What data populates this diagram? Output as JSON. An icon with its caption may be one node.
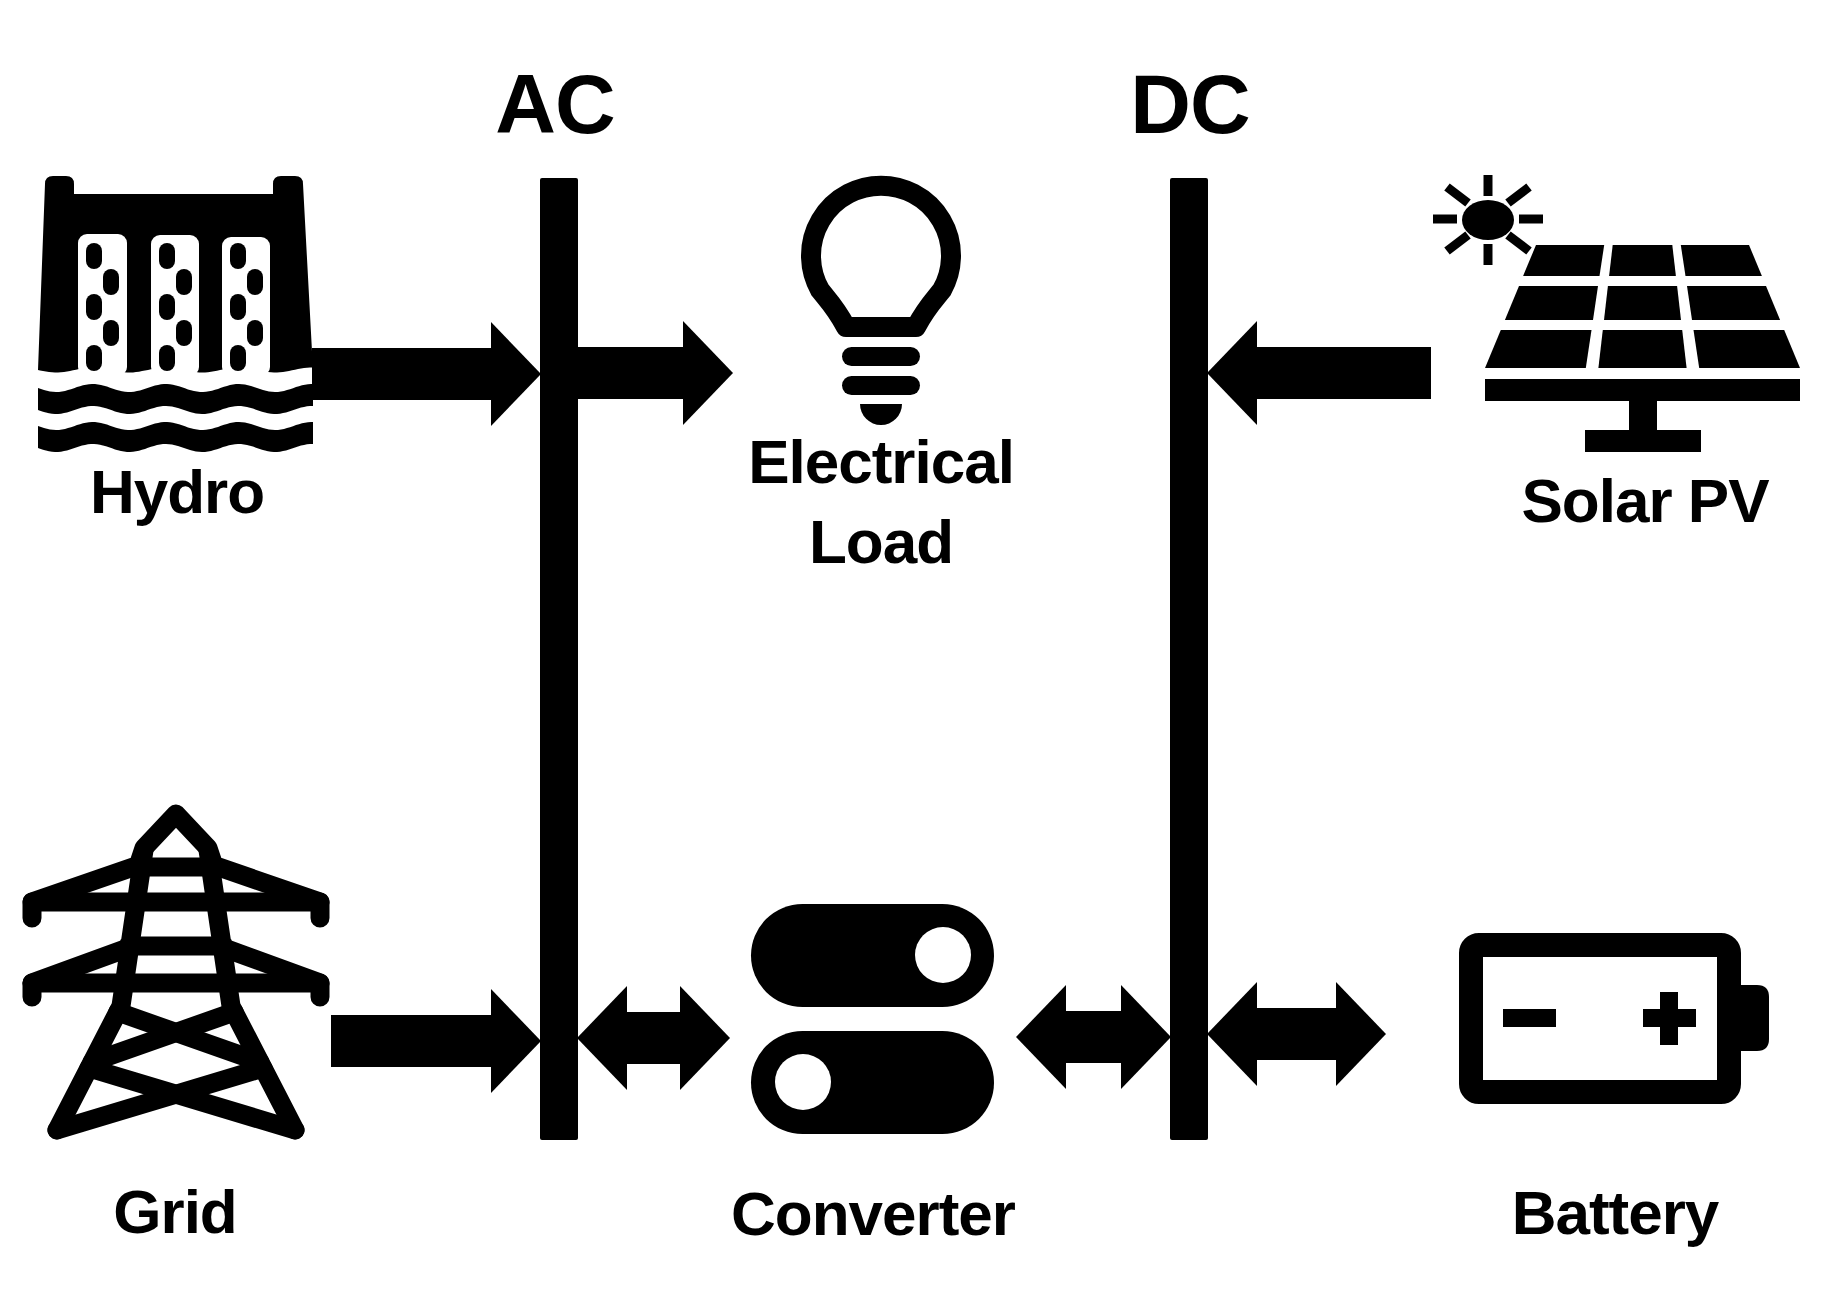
{
  "diagram": {
    "nodes": [
      {
        "text": [
          "AC"
        ]
      },
      {
        "text": [
          "DC"
        ]
      },
      {
        "text": [
          "Hydro"
        ]
      },
      {
        "text": [
          "Electrical Load"
        ]
      },
      {
        "text": [
          "Solar PV"
        ]
      },
      {
        "text": [
          "Grid"
        ]
      },
      {
        "text": [
          "Converter"
        ]
      },
      {
        "text": [
          "Battery"
        ]
      }
    ],
    "edges": [
      {
        "from": 2,
        "to": 0,
        "arrow": "to"
      },
      {
        "from": 0,
        "to": 3,
        "arrow": "to"
      },
      {
        "from": 4,
        "to": 1,
        "arrow": "to"
      },
      {
        "from": 5,
        "to": 0,
        "arrow": "to"
      },
      {
        "from": 0,
        "to": 6,
        "arrow": "both"
      },
      {
        "from": 6,
        "to": 1,
        "arrow": "both"
      },
      {
        "from": 1,
        "to": 7,
        "arrow": "both"
      }
    ]
  }
}
